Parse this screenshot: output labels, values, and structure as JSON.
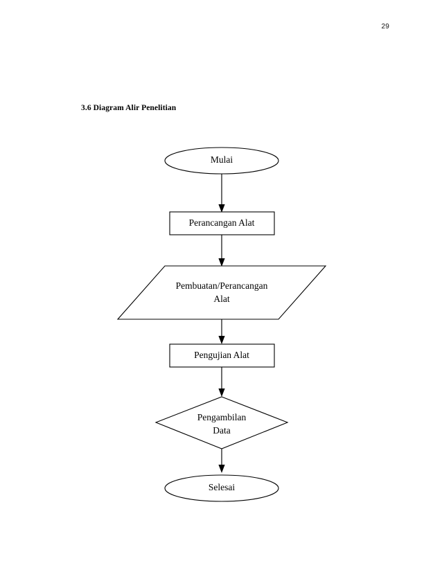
{
  "page": {
    "number": "29"
  },
  "heading": {
    "text": "3.6 Diagram Alir Penelitian"
  },
  "flowchart": {
    "title": "Diagram Alir Penelitian",
    "nodes": [
      {
        "id": "start",
        "shape": "ellipse",
        "label": "Mulai"
      },
      {
        "id": "design",
        "shape": "rectangle",
        "label": "Perancangan Alat"
      },
      {
        "id": "build",
        "shape": "parallelogram",
        "label_line1": "Pembuatan/Perancangan",
        "label_line2": "Alat"
      },
      {
        "id": "test",
        "shape": "rectangle",
        "label": "Pengujian Alat"
      },
      {
        "id": "collect",
        "shape": "diamond",
        "label_line1": "Pengambilan",
        "label_line2": "Data"
      },
      {
        "id": "end",
        "shape": "ellipse",
        "label": "Selesai"
      }
    ],
    "edges": [
      {
        "from": "start",
        "to": "design"
      },
      {
        "from": "design",
        "to": "build"
      },
      {
        "from": "build",
        "to": "test"
      },
      {
        "from": "test",
        "to": "collect"
      },
      {
        "from": "collect",
        "to": "end"
      }
    ],
    "colors": {
      "stroke": "#000000",
      "fill": "#ffffff",
      "text": "#000000"
    }
  }
}
